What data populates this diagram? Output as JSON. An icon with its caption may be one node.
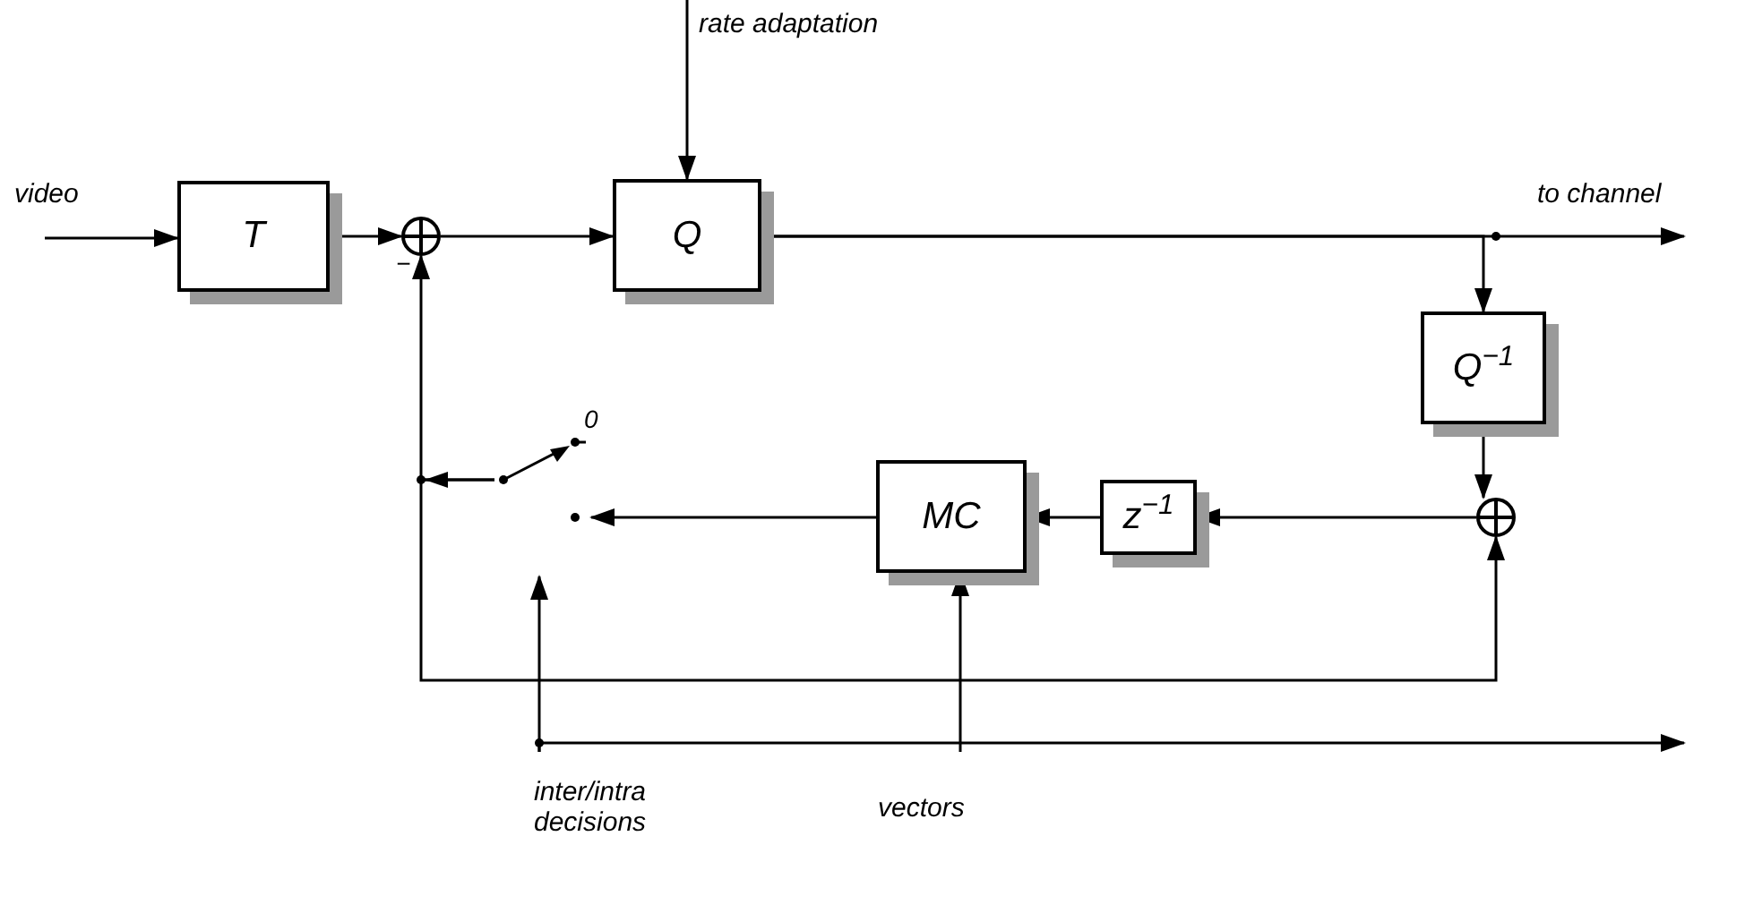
{
  "diagram": {
    "nodes": [
      {
        "text": [
          "T"
        ]
      },
      {
        "text": [],
        "shape": "circle"
      },
      {
        "text": [
          "Q"
        ]
      },
      {
        "text": [
          "Q$^{−1}$"
        ]
      },
      {
        "text": [],
        "shape": "switch"
      },
      {
        "text": [
          "MC"
        ]
      },
      {
        "text": [
          "z$^{−1}$"
        ]
      },
      {
        "text": [],
        "shape": "circle"
      },
      {
        "text": [
          "inter/intra decisions"
        ]
      },
      {
        "text": [
          "vectors"
        ]
      }
    ],
    "edges": [
      {
        "from": null,
        "to": 0,
        "arrow": "to",
        "label": "video"
      },
      {
        "from": 0,
        "to": 1,
        "arrow": "to"
      },
      {
        "from": 1,
        "to": 2,
        "arrow": "to"
      },
      {
        "from": null,
        "to": 2,
        "arrow": "to",
        "label": "rate adaptation"
      },
      {
        "from": 2,
        "to": null,
        "arrow": "to",
        "label": "to channel"
      },
      {
        "from": 2,
        "to": 3,
        "arrow": "to"
      },
      {
        "from": 3,
        "to": 7,
        "arrow": "to"
      },
      {
        "from": 7,
        "to": 6,
        "arrow": "to"
      },
      {
        "from": 6,
        "to": 5,
        "arrow": "to"
      },
      {
        "from": 5,
        "to": 4,
        "arrow": "to"
      },
      {
        "from": 4,
        "to": 1,
        "arrow": "to"
      },
      {
        "from": 4,
        "to": 7,
        "arrow": "to"
      },
      {
        "from": 8,
        "to": 4,
        "arrow": "to"
      },
      {
        "from": 8,
        "to": null,
        "arrow": "to"
      },
      {
        "from": 9,
        "to": 5,
        "arrow": "to"
      }
    ],
    "labels": [
      "−",
      "0"
    ]
  }
}
